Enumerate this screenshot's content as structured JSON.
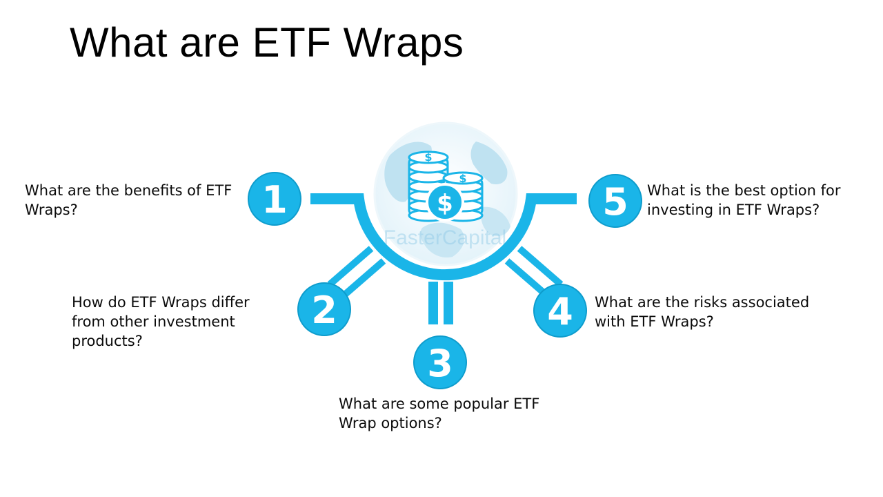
{
  "title": "What are ETF Wraps",
  "watermark": "FasterCapital",
  "colors": {
    "accent": "#1ab5e8",
    "globe": "#cfeaf6",
    "land": "#9fd3ea",
    "coin": "#1ab5e8",
    "text": "#0b0b0b"
  },
  "center_icon": "globe-with-dollar-coins-icon",
  "items": [
    {
      "number": "1",
      "text": "What are the benefits of ETF Wraps?"
    },
    {
      "number": "2",
      "text": "How do ETF Wraps differ from other investment products?"
    },
    {
      "number": "3",
      "text": "What are some popular ETF Wrap options?"
    },
    {
      "number": "4",
      "text": "What are the risks associated with ETF Wraps?"
    },
    {
      "number": "5",
      "text": "What is the best option for investing in ETF Wraps?"
    }
  ]
}
